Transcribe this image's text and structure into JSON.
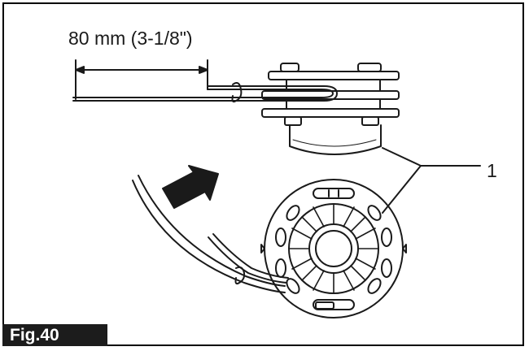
{
  "dimension_label": "80 mm (3-1/8\")",
  "callout_number": "1",
  "figure_label": "Fig.40"
}
